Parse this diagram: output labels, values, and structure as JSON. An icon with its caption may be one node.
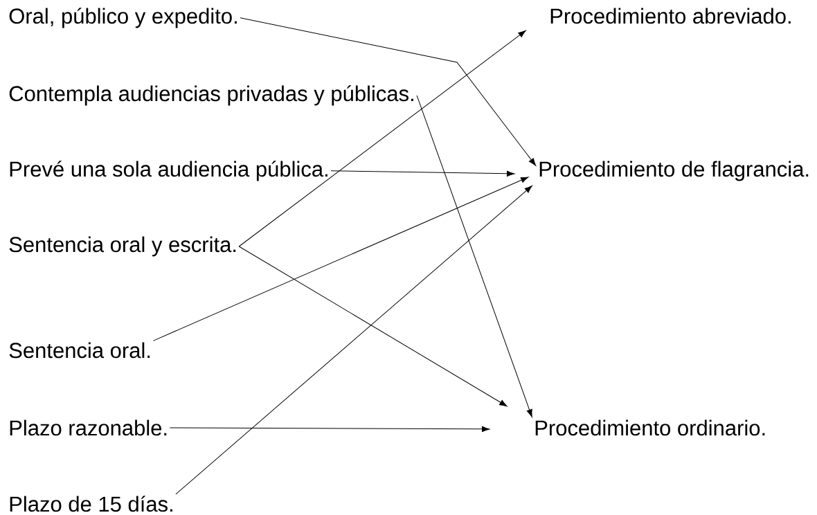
{
  "diagram": {
    "nodes": [
      {
        "text": [
          "Oral, público y expedito."
        ]
      },
      {
        "text": [
          "Contempla audiencias privadas y públicas."
        ]
      },
      {
        "text": [
          "Prevé una sola audiencia pública."
        ]
      },
      {
        "text": [
          "Sentencia oral y escrita."
        ]
      },
      {
        "text": [
          "Sentencia oral."
        ]
      },
      {
        "text": [
          "Plazo razonable."
        ]
      },
      {
        "text": [
          "Plazo de 15 días."
        ]
      },
      {
        "text": [
          "Procedimiento abreviado."
        ]
      },
      {
        "text": [
          "Procedimiento de flagrancia."
        ]
      },
      {
        "text": [
          "Procedimiento ordinario."
        ]
      }
    ],
    "edges": [
      {
        "from": 0,
        "to": 8,
        "arrow": "to"
      },
      {
        "from": 1,
        "to": 9,
        "arrow": "to"
      },
      {
        "from": 2,
        "to": 8,
        "arrow": "to"
      },
      {
        "from": 3,
        "to": 7,
        "arrow": "to"
      },
      {
        "from": 3,
        "to": 9,
        "arrow": "to"
      },
      {
        "from": 4,
        "to": 8,
        "arrow": "to"
      },
      {
        "from": 5,
        "to": 9,
        "arrow": "to"
      },
      {
        "from": 6,
        "to": 8,
        "arrow": "to"
      }
    ]
  }
}
